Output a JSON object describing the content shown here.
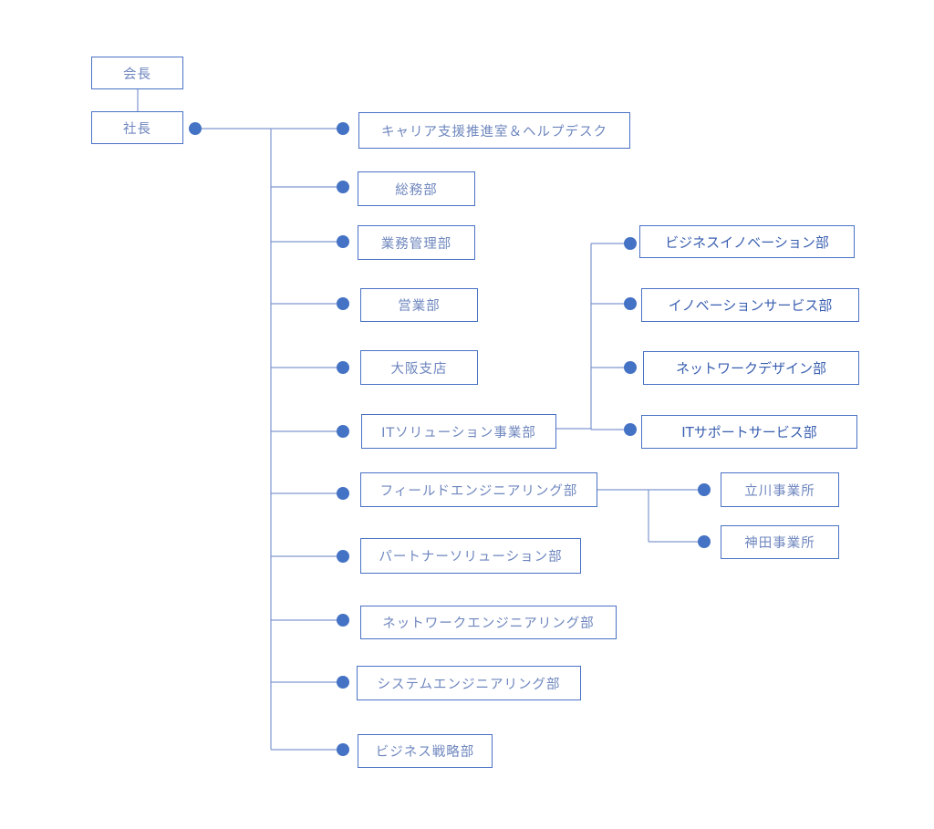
{
  "colors": {
    "box_border": "#4a72c4",
    "connector_line": "#7f96cf",
    "dot": "#4472c4",
    "label_text": "#6e86be",
    "label_text_strong": "#3a5fb0"
  },
  "chairman": {
    "label": "会長"
  },
  "president": {
    "label": "社長"
  },
  "departments": [
    {
      "label": "キャリア支援推進室＆ヘルプデスク"
    },
    {
      "label": "総務部"
    },
    {
      "label": "業務管理部"
    },
    {
      "label": "営業部"
    },
    {
      "label": "大阪支店"
    },
    {
      "label": "ITソリューション事業部"
    },
    {
      "label": "フィールドエンジニアリング部"
    },
    {
      "label": "パートナーソリューション部"
    },
    {
      "label": "ネットワークエンジニアリング部"
    },
    {
      "label": "システムエンジニアリング部"
    },
    {
      "label": "ビジネス戦略部"
    }
  ],
  "it_solution_units": [
    {
      "label": "ビジネスイノベーション部"
    },
    {
      "label": "イノベーションサービス部"
    },
    {
      "label": "ネットワークデザイン部"
    },
    {
      "label": "ITサポートサービス部"
    }
  ],
  "field_engineering_offices": [
    {
      "label": "立川事業所"
    },
    {
      "label": "神田事業所"
    }
  ]
}
